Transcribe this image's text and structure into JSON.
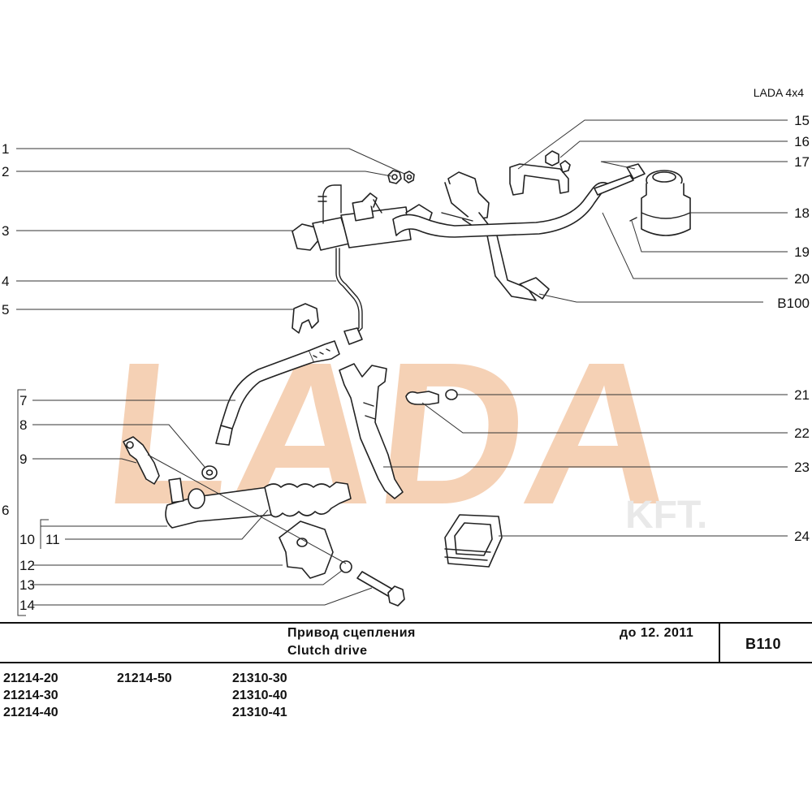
{
  "header": {
    "brand": "LADA 4x4"
  },
  "watermark": {
    "text": "LADA",
    "sub": "KFT.",
    "color": "#f4c9a9"
  },
  "callouts": [
    {
      "id": "c1",
      "label": "1"
    },
    {
      "id": "c2",
      "label": "2"
    },
    {
      "id": "c3",
      "label": "3"
    },
    {
      "id": "c4",
      "label": "4"
    },
    {
      "id": "c5",
      "label": "5"
    },
    {
      "id": "c6",
      "label": "6"
    },
    {
      "id": "c7",
      "label": "7"
    },
    {
      "id": "c8",
      "label": "8"
    },
    {
      "id": "c9",
      "label": "9"
    },
    {
      "id": "c10",
      "label": "10"
    },
    {
      "id": "c11",
      "label": "11"
    },
    {
      "id": "c12",
      "label": "12"
    },
    {
      "id": "c13",
      "label": "13"
    },
    {
      "id": "c14",
      "label": "14"
    },
    {
      "id": "c15",
      "label": "15"
    },
    {
      "id": "c16",
      "label": "16"
    },
    {
      "id": "c17",
      "label": "17"
    },
    {
      "id": "c18",
      "label": "18"
    },
    {
      "id": "c19",
      "label": "19"
    },
    {
      "id": "c20",
      "label": "20"
    },
    {
      "id": "cB100",
      "label": "B100"
    },
    {
      "id": "c21",
      "label": "21"
    },
    {
      "id": "c22",
      "label": "22"
    },
    {
      "id": "c23",
      "label": "23"
    },
    {
      "id": "c24",
      "label": "24"
    }
  ],
  "title_block": {
    "title_ru": "Привод  сцепления",
    "title_en": "Clutch  drive",
    "validity": "до  12. 2011",
    "code": "B110"
  },
  "models": [
    [
      "21214-20",
      "21214-30",
      "21214-40"
    ],
    [
      "21214-50"
    ],
    [
      "21310-30",
      "21310-40",
      "21310-41"
    ]
  ]
}
